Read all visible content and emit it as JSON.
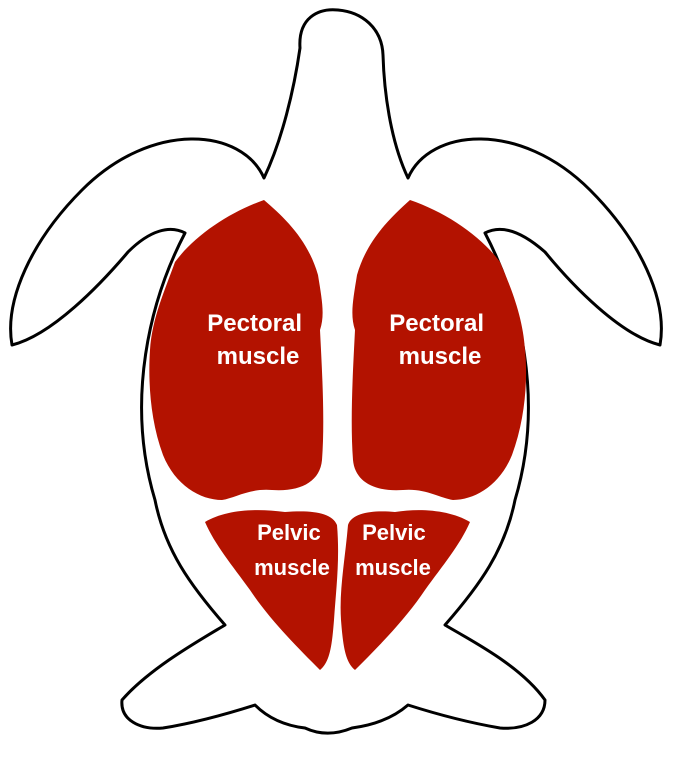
{
  "colors": {
    "muscle": "#b31200",
    "outline": "#000000",
    "background": "#ffffff"
  },
  "labels": {
    "pectoral_left": [
      "Pectoral",
      "muscle"
    ],
    "pectoral_right": [
      "Pectoral",
      "muscle"
    ],
    "pelvic_left": [
      "Pelvic",
      "muscle"
    ],
    "pelvic_right": [
      "Pelvic",
      "muscle"
    ]
  }
}
